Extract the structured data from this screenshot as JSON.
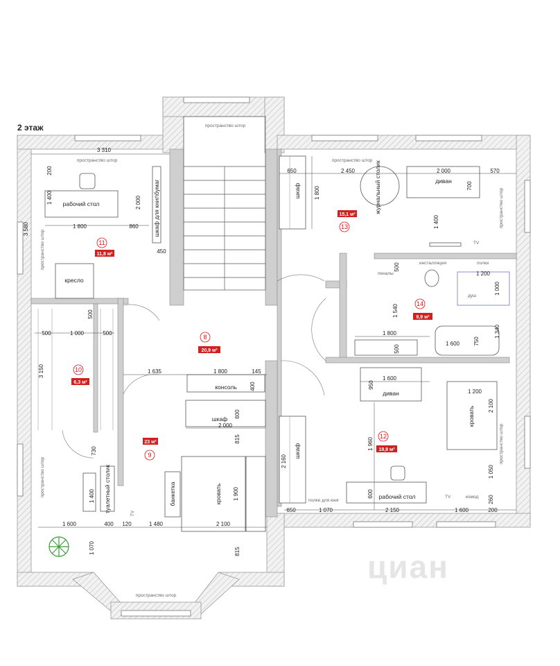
{
  "floor_title": "2 этаж",
  "watermark": "циан",
  "rooms": [
    {
      "num": "8",
      "area": "20,9 м²"
    },
    {
      "num": "9",
      "area": "23 м²"
    },
    {
      "num": "10",
      "area": "6,3 м²"
    },
    {
      "num": "11",
      "area": "11,8 м²"
    },
    {
      "num": "12",
      "area": "19,9 м²"
    },
    {
      "num": "13",
      "area": "15,1 м²"
    },
    {
      "num": "14",
      "area": "9,9 м²"
    }
  ],
  "furniture": {
    "desk_left": "рабочий стол",
    "bookcase": "шкаф для книг\\бумаг",
    "armchair": "кресло",
    "coffee_table": "журнальный столик",
    "sofa_top": "диван",
    "wardrobe_13": "шкаф",
    "tv_13": "TV",
    "installation": "инсталляция",
    "shelves": "полки",
    "pencil": "пеналы",
    "shower": "душ",
    "console": "консоль",
    "wardrobe_hall": "шкаф",
    "sofa_12": "диван",
    "bed_12": "кровать",
    "wardrobe_12": "шкаф",
    "bookshelves": "полки для книг",
    "desk_12": "рабочий стол",
    "tv_12": "TV",
    "dresser": "комод",
    "bed_9": "кровать",
    "bench": "банкетка",
    "vanity": "туалетный столик",
    "tv_9": "TV"
  },
  "notes": {
    "curtain": "пространство штор"
  },
  "dims": {
    "d3310": "3 310",
    "d200a": "200",
    "d1400a": "1 400",
    "d2000a": "2 000",
    "d1800a": "1 800",
    "d860": "860",
    "d450": "450",
    "d3580": "3 580",
    "d650a": "650",
    "d2450": "2 450",
    "d2000b": "2 000",
    "d570": "570",
    "d1800b": "1 800",
    "d700": "700",
    "d1400b": "1 400",
    "d500a": "500",
    "d1200a": "1 200",
    "d1000a": "1 000",
    "d1540": "1 540",
    "d1800c": "1 800",
    "d500b": "500",
    "d750": "750",
    "d1600a": "1 600",
    "d1340": "1 340",
    "d500c": "500",
    "d500d": "500",
    "d1000b": "1 000",
    "d500e": "500",
    "d3150": "3 150",
    "d1635": "1 635",
    "d1800d": "1 800",
    "d145": "145",
    "d400a": "400",
    "d600a": "600",
    "d2000c": "2 000",
    "d815a": "815",
    "d730": "730",
    "d1400c": "1 400",
    "d1900": "1 900",
    "d1600b": "1 600",
    "d400b": "400",
    "d120": "120",
    "d1480": "1 480",
    "d2100a": "2 100",
    "d1070a": "1 070",
    "d815b": "815",
    "d950": "950",
    "d1600c": "1 600",
    "d1200b": "1 200",
    "d2100b": "2 100",
    "d1960": "1 960",
    "d2160": "2 160",
    "d1050": "1 050",
    "d600b": "600",
    "d260": "260",
    "d650b": "650",
    "d1070b": "1 070",
    "d2150": "2 150",
    "d1600d": "1 600",
    "d200b": "200"
  }
}
